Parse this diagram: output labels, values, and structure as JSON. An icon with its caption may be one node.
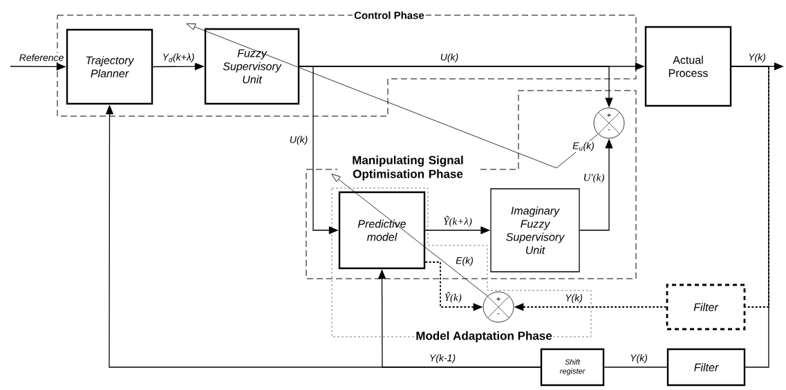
{
  "diagram": {
    "nodes": [
      {
        "text": [
          "Control Phase"
        ]
      },
      {
        "text": [
          "Trajectory Planner"
        ],
        "in": 0
      },
      {
        "text": [
          "Fuzzy Supervisory Unit"
        ],
        "in": 0
      },
      {
        "text": [
          "Actual Process"
        ]
      },
      {
        "text": [
          "Manipulating Signal Optimisation Phase"
        ]
      },
      {
        "text": [
          "+",
          "-"
        ],
        "in": 4
      },
      {
        "text": [
          "Predictive model"
        ]
      },
      {
        "text": [
          "Imaginary Fuzzy Supervisory Unit"
        ],
        "in": 4
      },
      {
        "text": [
          "Model Adaptation Phase"
        ]
      },
      {
        "text": [
          "+",
          "-"
        ],
        "in": 8
      },
      {
        "text": [
          "Filter"
        ]
      },
      {
        "text": [
          "Shift register"
        ]
      },
      {
        "text": [
          "Filter"
        ]
      }
    ],
    "edges": [
      {
        "from": null,
        "to": 1,
        "arrow": "to",
        "label": "Reference"
      },
      {
        "from": 1,
        "to": 2,
        "arrow": "to",
        "label": "Y$_{d}$(k+λ)"
      },
      {
        "from": 2,
        "to": 3,
        "arrow": "to",
        "label": "U(k)"
      },
      {
        "from": 2,
        "to": 5,
        "arrow": "to"
      },
      {
        "from": 2,
        "to": 6,
        "arrow": "to",
        "label": "U(k)"
      },
      {
        "from": 5,
        "to": 2,
        "arrow": "to",
        "label": "E$_{u}$(k)"
      },
      {
        "from": 6,
        "to": 7,
        "arrow": "to",
        "label": "Ŷ(k+λ)"
      },
      {
        "from": 7,
        "to": 5,
        "arrow": "to",
        "label": "U′(k)"
      },
      {
        "from": 6,
        "to": 9,
        "arrow": "to",
        "style": "dashed",
        "label": "Ŷ(k)"
      },
      {
        "from": 9,
        "to": 6,
        "arrow": "to",
        "label": "E(k)"
      },
      {
        "from": 10,
        "to": 9,
        "arrow": "to",
        "style": "dashed",
        "label": "Y(k)"
      },
      {
        "from": 3,
        "to": null,
        "arrow": "to",
        "label": "Y(k)"
      },
      {
        "from": 3,
        "to": 12,
        "arrow": "none"
      },
      {
        "from": 3,
        "to": 10,
        "arrow": "none",
        "style": "dashed"
      },
      {
        "from": 12,
        "to": 11,
        "arrow": "none",
        "label": "Y(k)"
      },
      {
        "from": 11,
        "to": 1,
        "arrow": "to",
        "label": "Y(k-1)"
      },
      {
        "from": 11,
        "to": 6,
        "arrow": "to"
      }
    ]
  }
}
